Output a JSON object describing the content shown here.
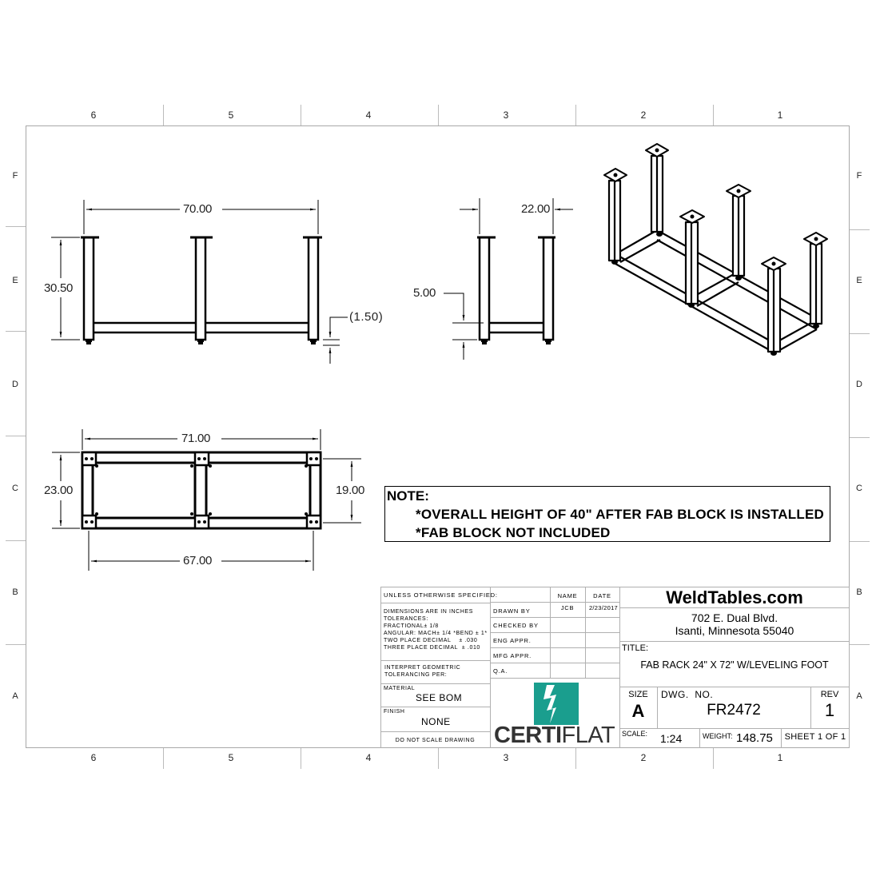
{
  "border": {
    "columns": [
      "6",
      "5",
      "4",
      "3",
      "2",
      "1"
    ],
    "rows": [
      "F",
      "E",
      "D",
      "C",
      "B",
      "A"
    ]
  },
  "views": {
    "front": {
      "name": "Front view",
      "dims": {
        "overall_length": "70.00",
        "height": "30.50",
        "foot_height": "(1.50)"
      }
    },
    "side": {
      "name": "Side view",
      "dims": {
        "width": "22.00",
        "lower_rail_height": "5.00"
      }
    },
    "top": {
      "name": "Top view",
      "dims": {
        "overall_length": "71.00",
        "inner_length": "67.00",
        "overall_width": "23.00",
        "inner_width": "19.00"
      }
    },
    "isometric": {
      "name": "Isometric view"
    }
  },
  "note": {
    "title": "NOTE:",
    "lines": [
      "*OVERALL HEIGHT OF 40\"  AFTER FAB BLOCK IS INSTALLED",
      "*FAB BLOCK NOT INCLUDED"
    ]
  },
  "title_block": {
    "tolerances": {
      "header": "UNLESS OTHERWISE SPECIFIED:",
      "lines": [
        "DIMENSIONS ARE IN INCHES",
        "TOLERANCES:",
        "FRACTIONAL± 1/8",
        "ANGULAR: MACH± 1/4 *BEND ± 1*",
        "TWO PLACE DECIMAL    ± .030",
        "THREE PLACE DECIMAL  ± .010"
      ],
      "geometric": [
        "INTERPRET GEOMETRIC",
        "TOLERANCING PER:"
      ],
      "material_label": "MATERIAL",
      "material_value": "SEE BOM",
      "finish_label": "FINISH",
      "finish_value": "NONE",
      "do_not_scale": "DO NOT SCALE DRAWING"
    },
    "approvals": {
      "headers": {
        "name": "NAME",
        "date": "DATE"
      },
      "rows": [
        {
          "label": "DRAWN BY",
          "name": "JCB",
          "date": "2/23/2017"
        },
        {
          "label": "CHECKED BY",
          "name": "",
          "date": ""
        },
        {
          "label": "ENG APPR.",
          "name": "",
          "date": ""
        },
        {
          "label": "MFG APPR.",
          "name": "",
          "date": ""
        },
        {
          "label": "Q.A.",
          "name": "",
          "date": ""
        }
      ]
    },
    "logo": {
      "bold": "CERTI",
      "light": "FLAT",
      "color": "#1a9e8e",
      "dark_color": "#333333"
    },
    "company": {
      "name": "WeldTables.com",
      "address1": "702 E. Dual Blvd.",
      "address2": "Isanti, Minnesota 55040"
    },
    "title_label": "TITLE:",
    "title": "FAB RACK 24\" X 72\" W/LEVELING FOOT",
    "size_label": "SIZE",
    "size": "A",
    "dwg_no_label": "DWG.  NO.",
    "dwg_no": "FR2472",
    "rev_label": "REV",
    "rev": "1",
    "scale_label": "SCALE:",
    "scale": "1:24",
    "weight_label": "WEIGHT:",
    "weight": "148.75",
    "sheet": "SHEET 1 OF 1"
  }
}
